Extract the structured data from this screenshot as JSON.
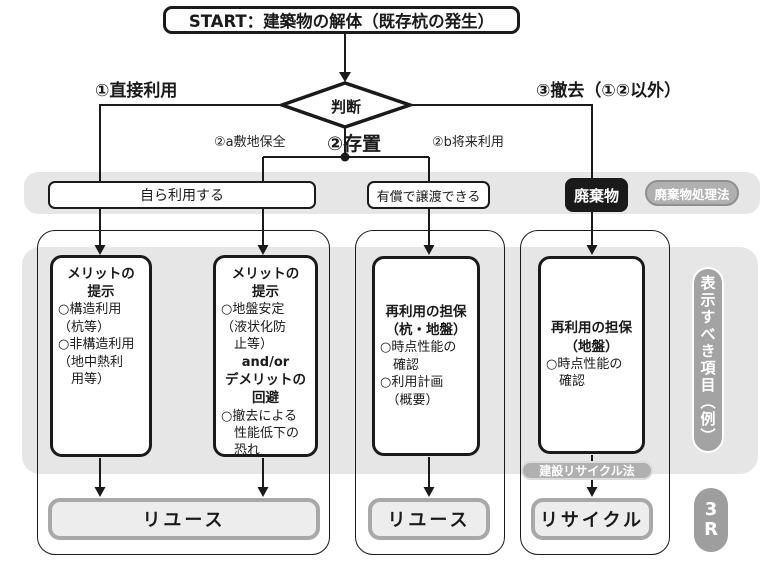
{
  "start_label": "START：建築物の解体（既存杭の発生）",
  "decision_label": "判断",
  "branches": {
    "b1": "①直接利用",
    "b2": "②存置",
    "b2a": "②a敷地保全",
    "b2b": "②b将来利用",
    "b3": "③撤去（①②以外）"
  },
  "band": {
    "self_use": "自ら利用する",
    "paid_transfer": "有償で譲渡できる",
    "waste": "廃棄物",
    "waste_law": "廃棄物処理法"
  },
  "boxes": {
    "merit1": {
      "title": "メリットの\n提示",
      "body": "○構造利用\n（杭等）\n○非構造利用\n（地中熱利\n　用等）"
    },
    "merit2": {
      "title": "メリットの\n提示",
      "body1": "○地盤安定\n（液状化防\n　止等）",
      "connector": "and/or",
      "title2": "デメリットの\n回避",
      "body2": "○撤去による\n　性能低下の\n　恐れ"
    },
    "guarantee_pile": {
      "title": "再利用の担保\n（杭・地盤）",
      "body": "○時点性能の\n　確認\n○利用計画\n　（概要）"
    },
    "guarantee_ground": {
      "title": "再利用の担保\n（地盤）",
      "body": "○時点性能の\n　確認"
    }
  },
  "recycle_law_label": "建設リサイクル法",
  "outcomes": {
    "reuse1": "リユース",
    "reuse2": "リユース",
    "recycle": "リサイクル"
  },
  "sidebar": {
    "display_items": "表示すべき項目（例）",
    "three_r": "3\nR"
  },
  "colors": {
    "band_gray": "#e6e6e6",
    "pill_gray": "#b0b0b0",
    "line_black": "#1a1a1a",
    "outcome_fill": "#ededed",
    "outcome_border": "#a8a8a8",
    "waste_black": "#1a1a1a"
  }
}
